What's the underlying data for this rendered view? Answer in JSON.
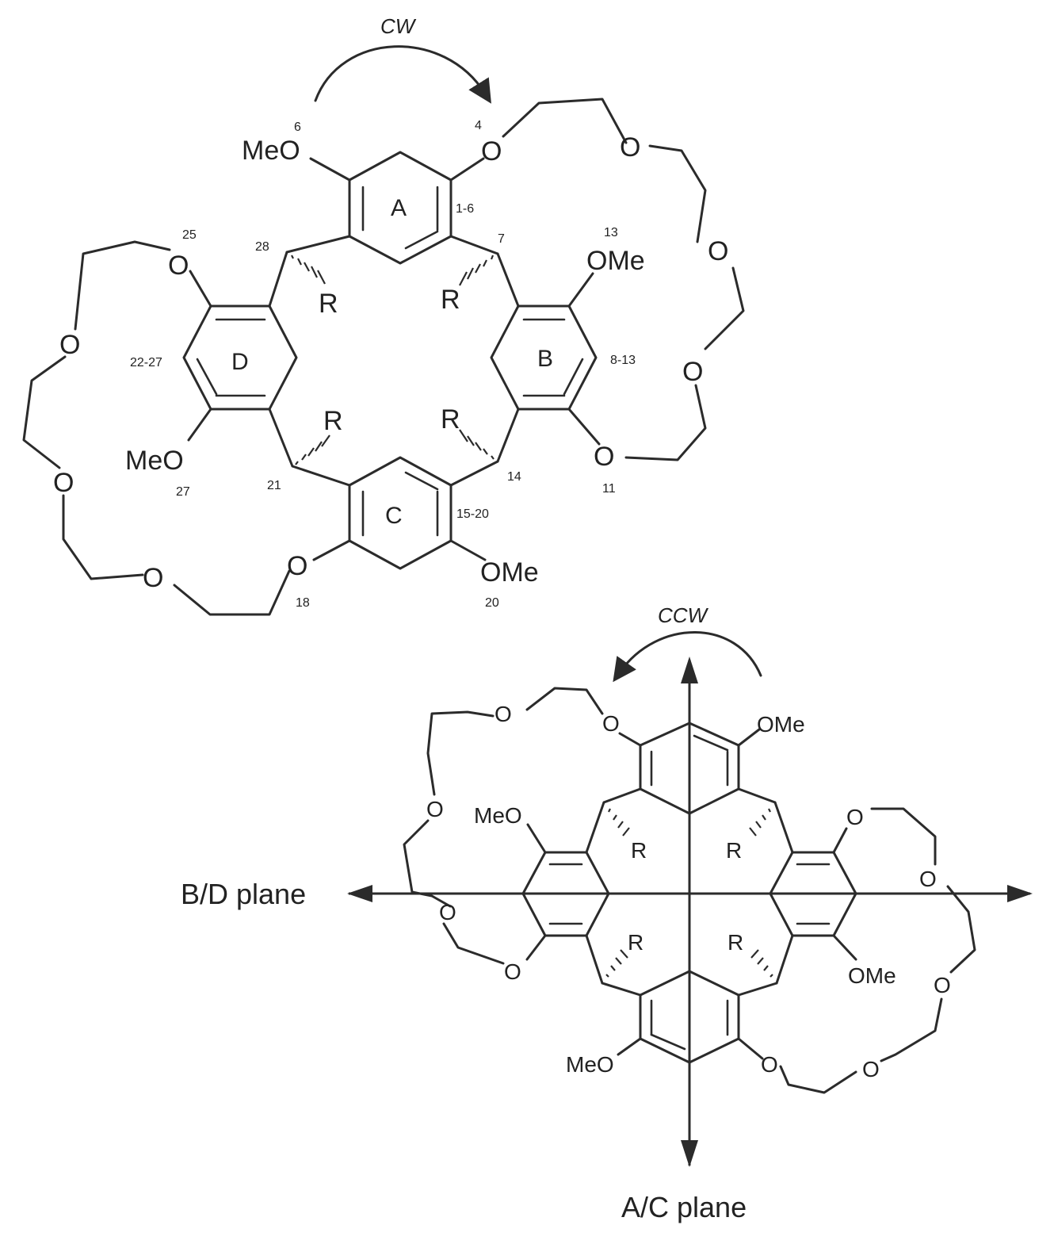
{
  "diagram": {
    "top_structure": {
      "rotation_label": "CW",
      "rings": [
        "A",
        "B",
        "C",
        "D"
      ],
      "substituents": {
        "meo_upper_left": "MeO",
        "meo_lower_left": "MeO",
        "ome_right": "OMe",
        "ome_bottom": "OMe",
        "ether_o": "O",
        "r_group": "R"
      },
      "atom_numbers": {
        "n_ring_a": "1-6",
        "n_ring_b": "8-13",
        "n_ring_c": "15-20",
        "n_ring_d": "22-27",
        "n4": "4",
        "n6": "6",
        "n7": "7",
        "n11": "11",
        "n13": "13",
        "n14": "14",
        "n18": "18",
        "n20": "20",
        "n21": "21",
        "n25": "25",
        "n27": "27",
        "n28": "28"
      }
    },
    "bottom_structure": {
      "rotation_label": "CCW",
      "plane_bd": "B/D plane",
      "plane_ac": "A/C plane",
      "substituents": {
        "ome": "OMe",
        "meo": "MeO",
        "ether_o": "O",
        "r_group": "R"
      }
    }
  }
}
